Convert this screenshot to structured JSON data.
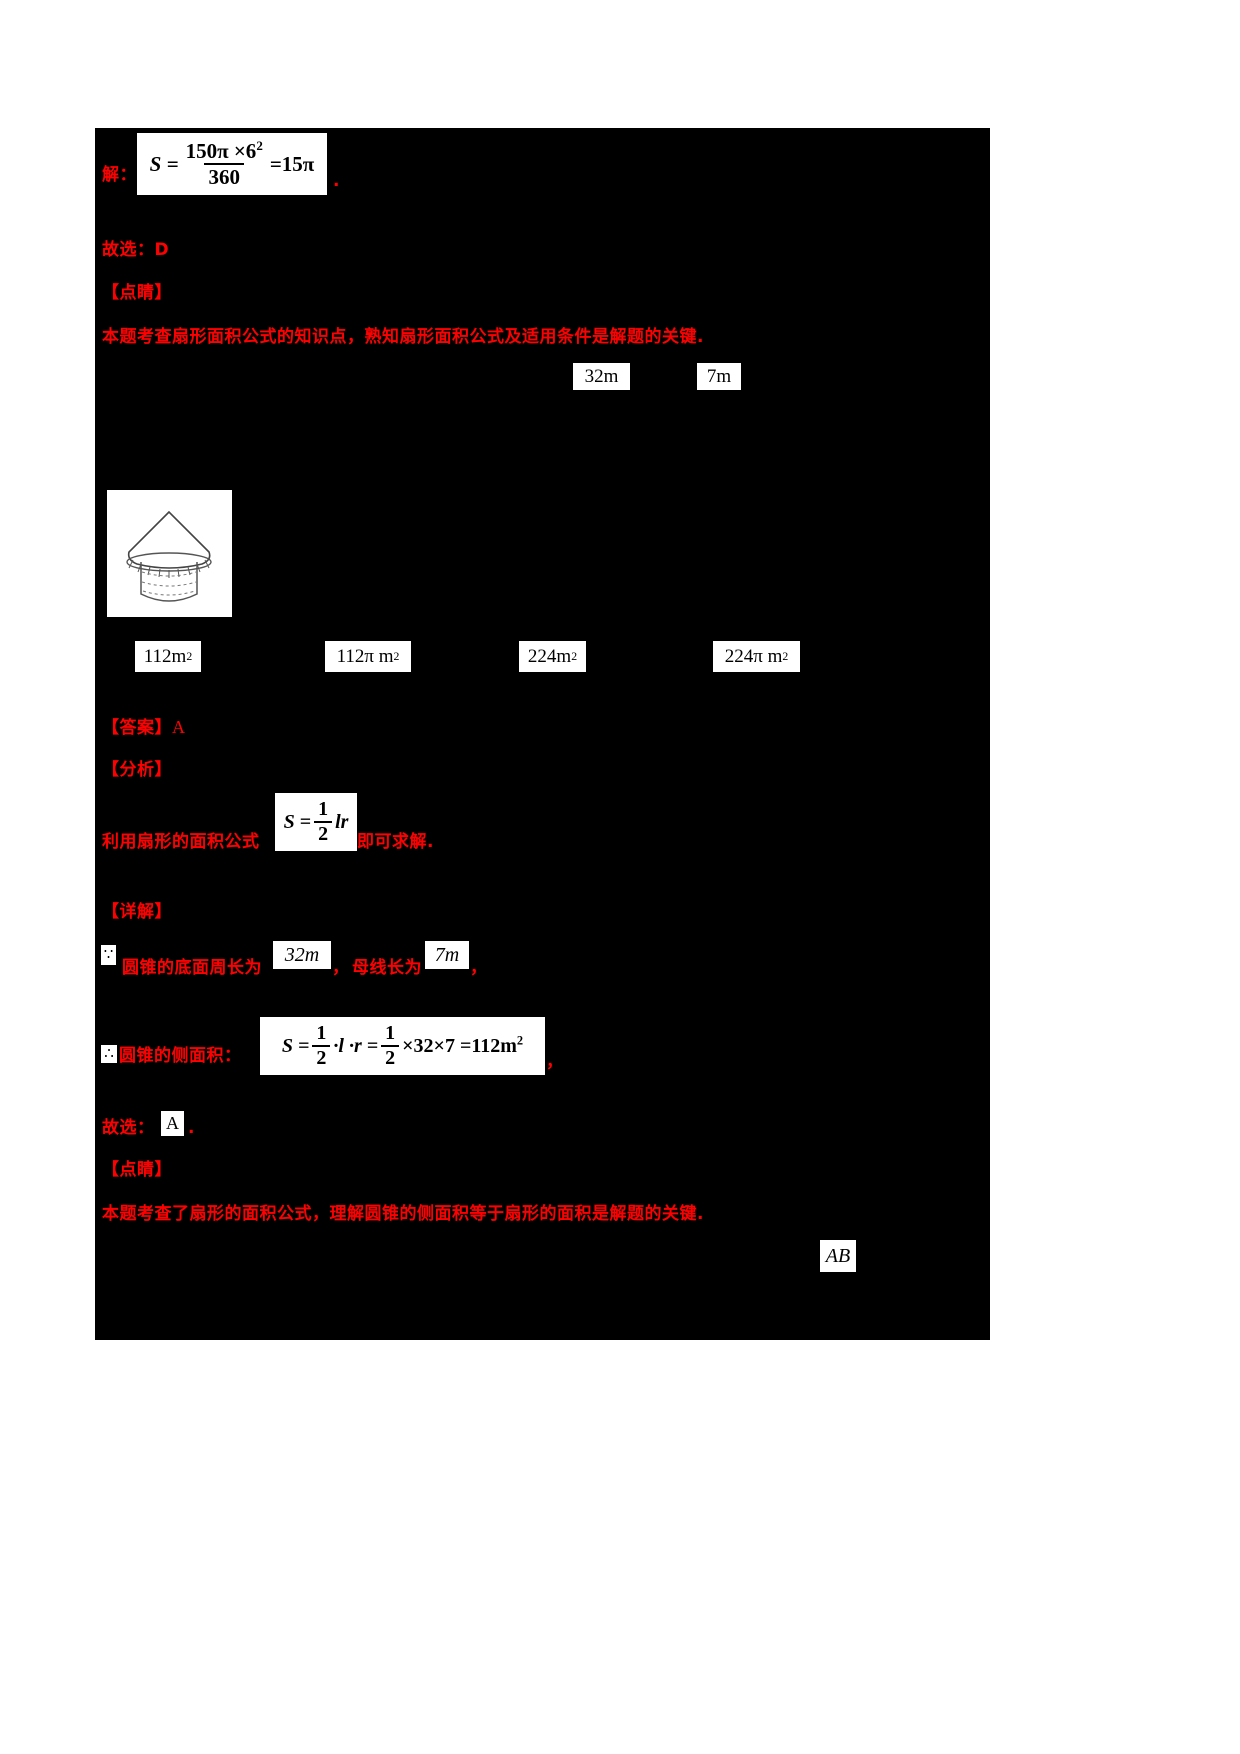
{
  "page": {
    "background_color": "#ffffff",
    "content_background_color": "#000000",
    "text_color": "#ff0000",
    "formula_box_background": "#ffffff",
    "formula_box_text_color": "#000000"
  },
  "solution1": {
    "label": "解：",
    "formula": {
      "lhs": "S =",
      "numerator": "150π ×6",
      "numerator_exponent": "2",
      "denominator": "360",
      "rhs": "=15π"
    },
    "trailing_period": ".",
    "chosen": "故选：D"
  },
  "insight1": {
    "heading": "【点睛】",
    "text": "本题考查扇形面积公式的知识点，熟知扇形面积公式及适用条件是解题的关键."
  },
  "question2": {
    "given_values": [
      {
        "id": "circumference",
        "text": "32m"
      },
      {
        "id": "slant-height",
        "text": "7m"
      }
    ],
    "options": [
      {
        "id": "A",
        "text": "112m",
        "exponent": "2"
      },
      {
        "id": "B",
        "text": "112π m",
        "exponent": "2"
      },
      {
        "id": "C",
        "text": "224m",
        "exponent": "2"
      },
      {
        "id": "D",
        "text": "224π m",
        "exponent": "2"
      }
    ],
    "figure_alt": "圆锥形草帽示意图"
  },
  "answer2": {
    "heading": "【答案】",
    "value": "A"
  },
  "analysis2": {
    "heading": "【分析】",
    "text_before": "利用扇形的面积公式",
    "formula": {
      "lhs": "S =",
      "numerator": "1",
      "denominator": "2",
      "rhs": "lr"
    },
    "text_after": "即可求解."
  },
  "detail2": {
    "heading": "【详解】",
    "because_symbol": "∵",
    "line1_part1": "圆锥的底面周长为",
    "value1": "32m",
    "line1_sep": "，",
    "line1_part2": "母线长为",
    "value2": "7m",
    "line1_end": "，",
    "therefore_symbol": "∴",
    "line2_label": "圆锥的侧面积：",
    "formula": {
      "lhs": "S =",
      "f1_num": "1",
      "f1_den": "2",
      "mid": "·l ·r =",
      "f2_num": "1",
      "f2_den": "2",
      "tail": "×32×7 =112m",
      "tail_exponent": "2"
    },
    "line2_end": "，",
    "chosen_label": "故选：",
    "chosen_value": "A",
    "chosen_period": "."
  },
  "insight2": {
    "heading": "【点睛】",
    "text": "本题考查了扇形的面积公式，理解圆锥的侧面积等于扇形的面积是解题的关键."
  },
  "trailing_box": {
    "text": "AB"
  }
}
